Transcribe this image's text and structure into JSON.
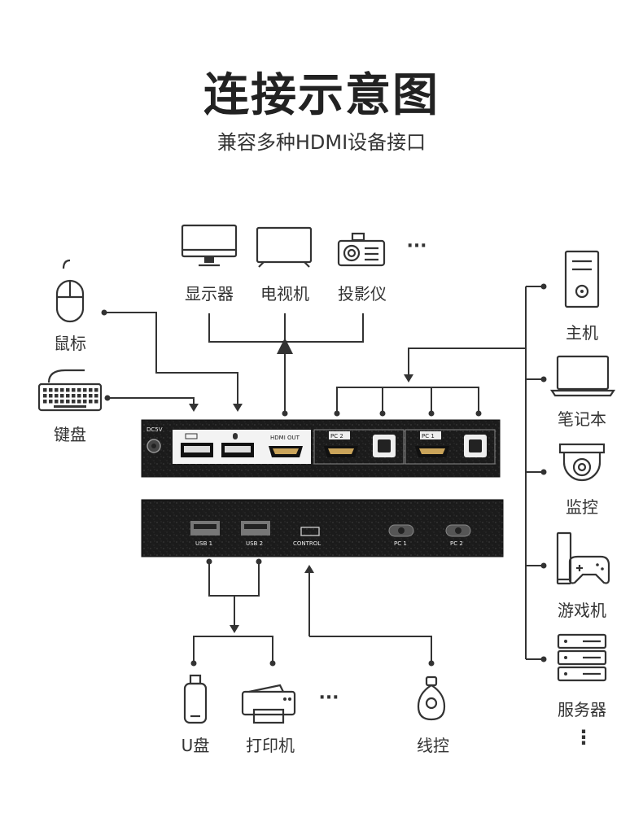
{
  "header": {
    "title": "连接示意图",
    "subtitle": "兼容多种HDMI设备接口"
  },
  "displays": {
    "monitor": "显示器",
    "tv": "电视机",
    "projector": "投影仪",
    "more": "···"
  },
  "inputs": {
    "mouse": "鼠标",
    "keyboard": "键盘"
  },
  "hosts": {
    "pc": "主机",
    "laptop": "笔记本",
    "camera": "监控",
    "console": "游戏机",
    "server": "服务器",
    "more": "⋮"
  },
  "peripherals": {
    "udisk": "U盘",
    "printer": "打印机",
    "more": "···",
    "remote": "线控"
  },
  "front_panel": {
    "dc": "DC5V",
    "hdmi_out": "HDMI OUT",
    "pc2": "PC 2",
    "pc1": "PC 1"
  },
  "back_panel": {
    "usb1": "USB 1",
    "usb2": "USB 2",
    "control": "CONTROL",
    "pc1": "PC 1",
    "pc2": "PC 2"
  }
}
